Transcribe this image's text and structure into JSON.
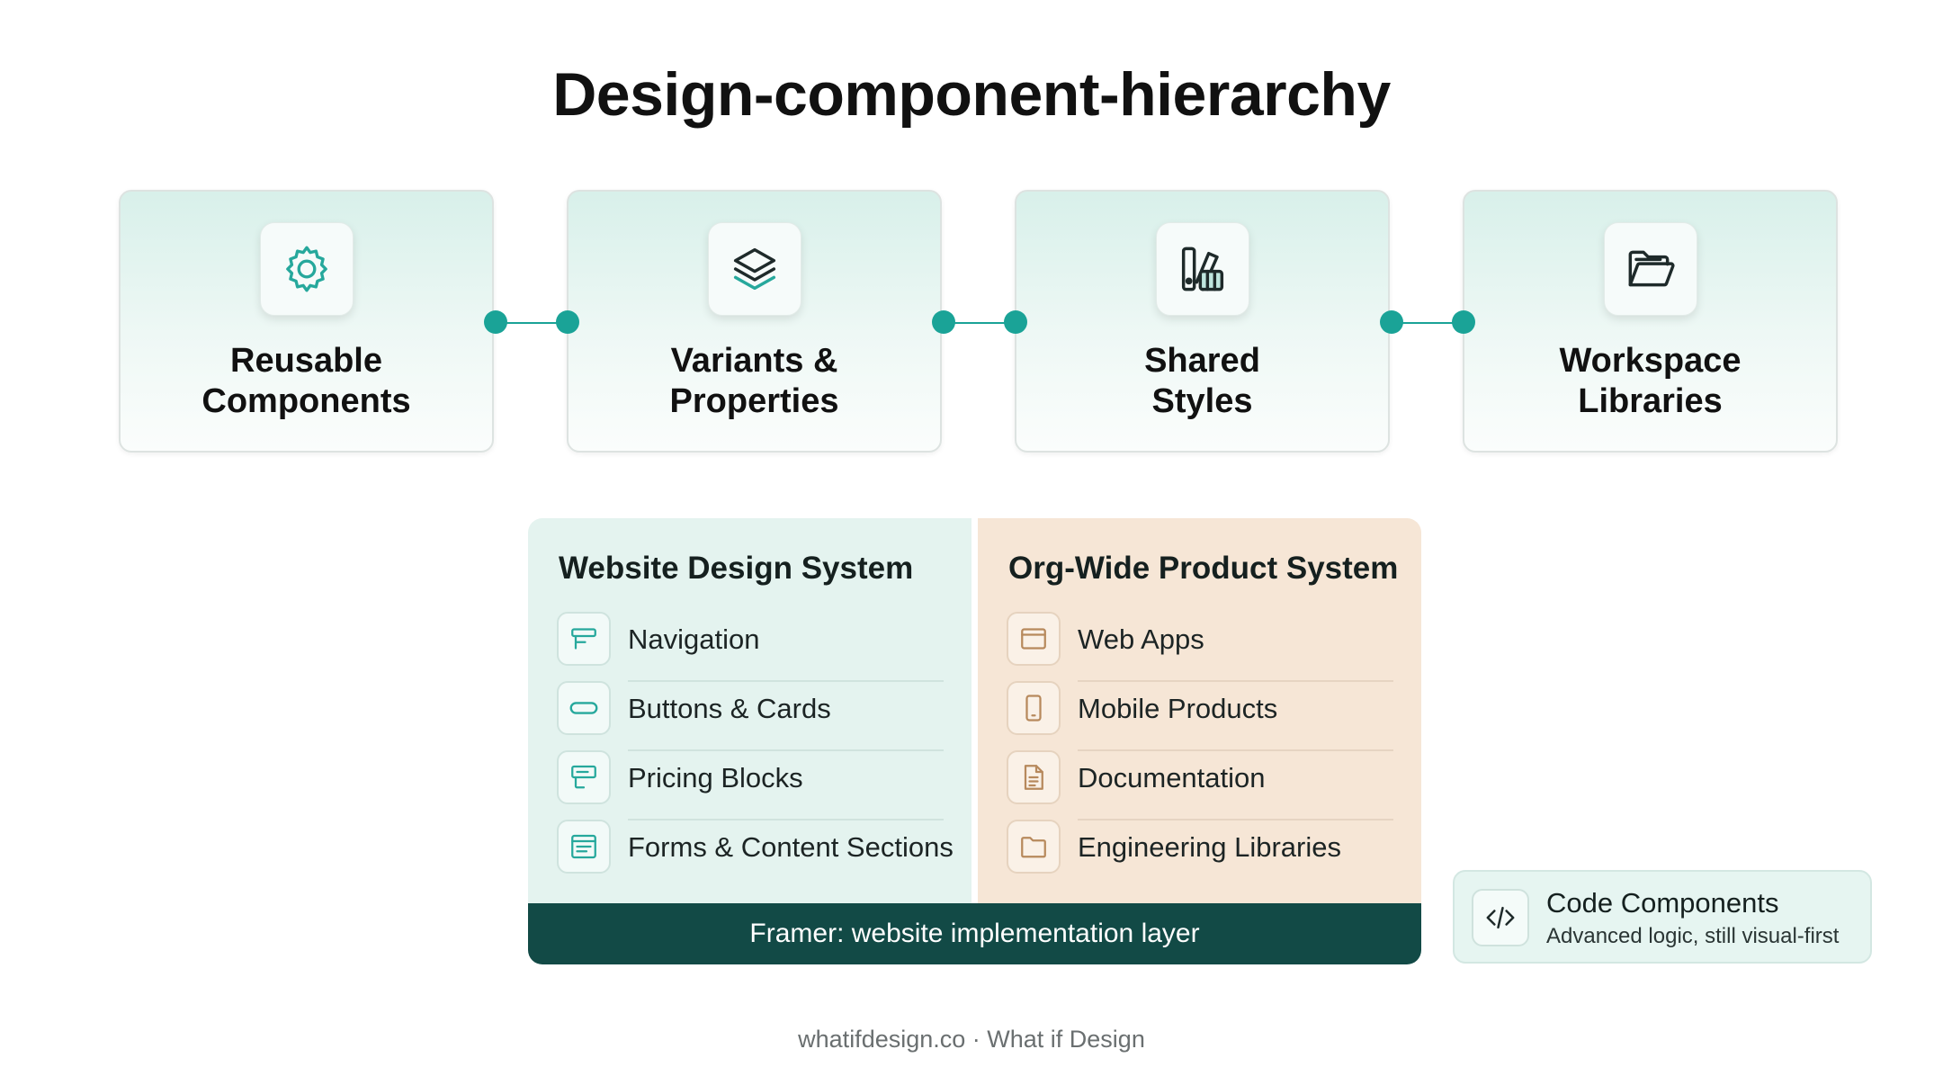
{
  "title": "Design-component-hierarchy",
  "colors": {
    "accent": "#1aa397",
    "dark_bar": "#124a46",
    "left_panel": "#e4f3ef",
    "right_panel": "#f6e6d6"
  },
  "steps": [
    {
      "label_line1": "Reusable",
      "label_line2": "Components",
      "icon": "gear-icon"
    },
    {
      "label_line1": "Variants &",
      "label_line2": "Properties",
      "icon": "layers-icon"
    },
    {
      "label_line1": "Shared",
      "label_line2": "Styles",
      "icon": "swatches-icon"
    },
    {
      "label_line1": "Workspace",
      "label_line2": "Libraries",
      "icon": "folder-open-icon"
    }
  ],
  "website_system": {
    "title": "Website Design System",
    "items": [
      {
        "label": "Navigation",
        "icon": "navigation-icon"
      },
      {
        "label": "Buttons & Cards",
        "icon": "pill-button-icon"
      },
      {
        "label": "Pricing Blocks",
        "icon": "pricing-block-icon"
      },
      {
        "label": "Forms & Content Sections",
        "icon": "form-icon"
      }
    ]
  },
  "product_system": {
    "title": "Org-Wide Product System",
    "items": [
      {
        "label": "Web Apps",
        "icon": "browser-window-icon"
      },
      {
        "label": "Mobile Products",
        "icon": "mobile-phone-icon"
      },
      {
        "label": "Documentation",
        "icon": "document-icon"
      },
      {
        "label": "Engineering Libraries",
        "icon": "folder-icon"
      }
    ]
  },
  "framer_bar": "Framer: website implementation layer",
  "code_components": {
    "title": "Code Components",
    "subtitle": "Advanced logic, still visual-first",
    "icon": "code-brackets-icon"
  },
  "credit": "whatifdesign.co · What if Design"
}
